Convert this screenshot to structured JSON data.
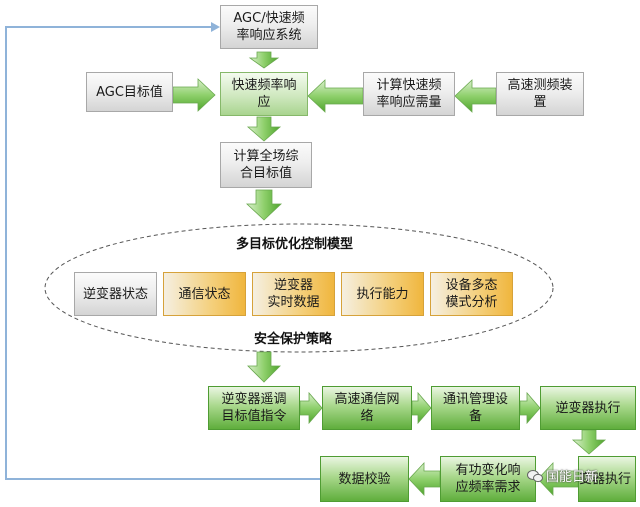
{
  "top": {
    "agc_system": "AGC/快速频\n率响应系统",
    "agc_target": "AGC目标值",
    "fast_response": "快速频率响\n应",
    "calc_demand": "计算快速频\n率响应需量",
    "freq_device": "高速测频装\n置",
    "calc_target": "计算全场综\n合目标值"
  },
  "model": {
    "title": "多目标优化控制模型",
    "items": [
      "逆变器状态",
      "通信状态",
      "逆变器\n实时数据",
      "执行能力",
      "设备多态\n模式分析"
    ],
    "safety": "安全保护策略"
  },
  "bottom": {
    "inverter_cmd": "逆变器遥调\n目标值指令",
    "network": "高速通信网\n络",
    "comm_device": "通讯管理设\n备",
    "inverter_exec": "逆变器执行",
    "inverter_exec2": "逆变器执行",
    "power_change": "有功变化响\n应频率需求",
    "data_check": "数据校验"
  },
  "watermark": "国能日新",
  "colors": {
    "arrow": "#79c25a",
    "loop_line": "#8fb3d9",
    "ellipse": "#555555"
  }
}
